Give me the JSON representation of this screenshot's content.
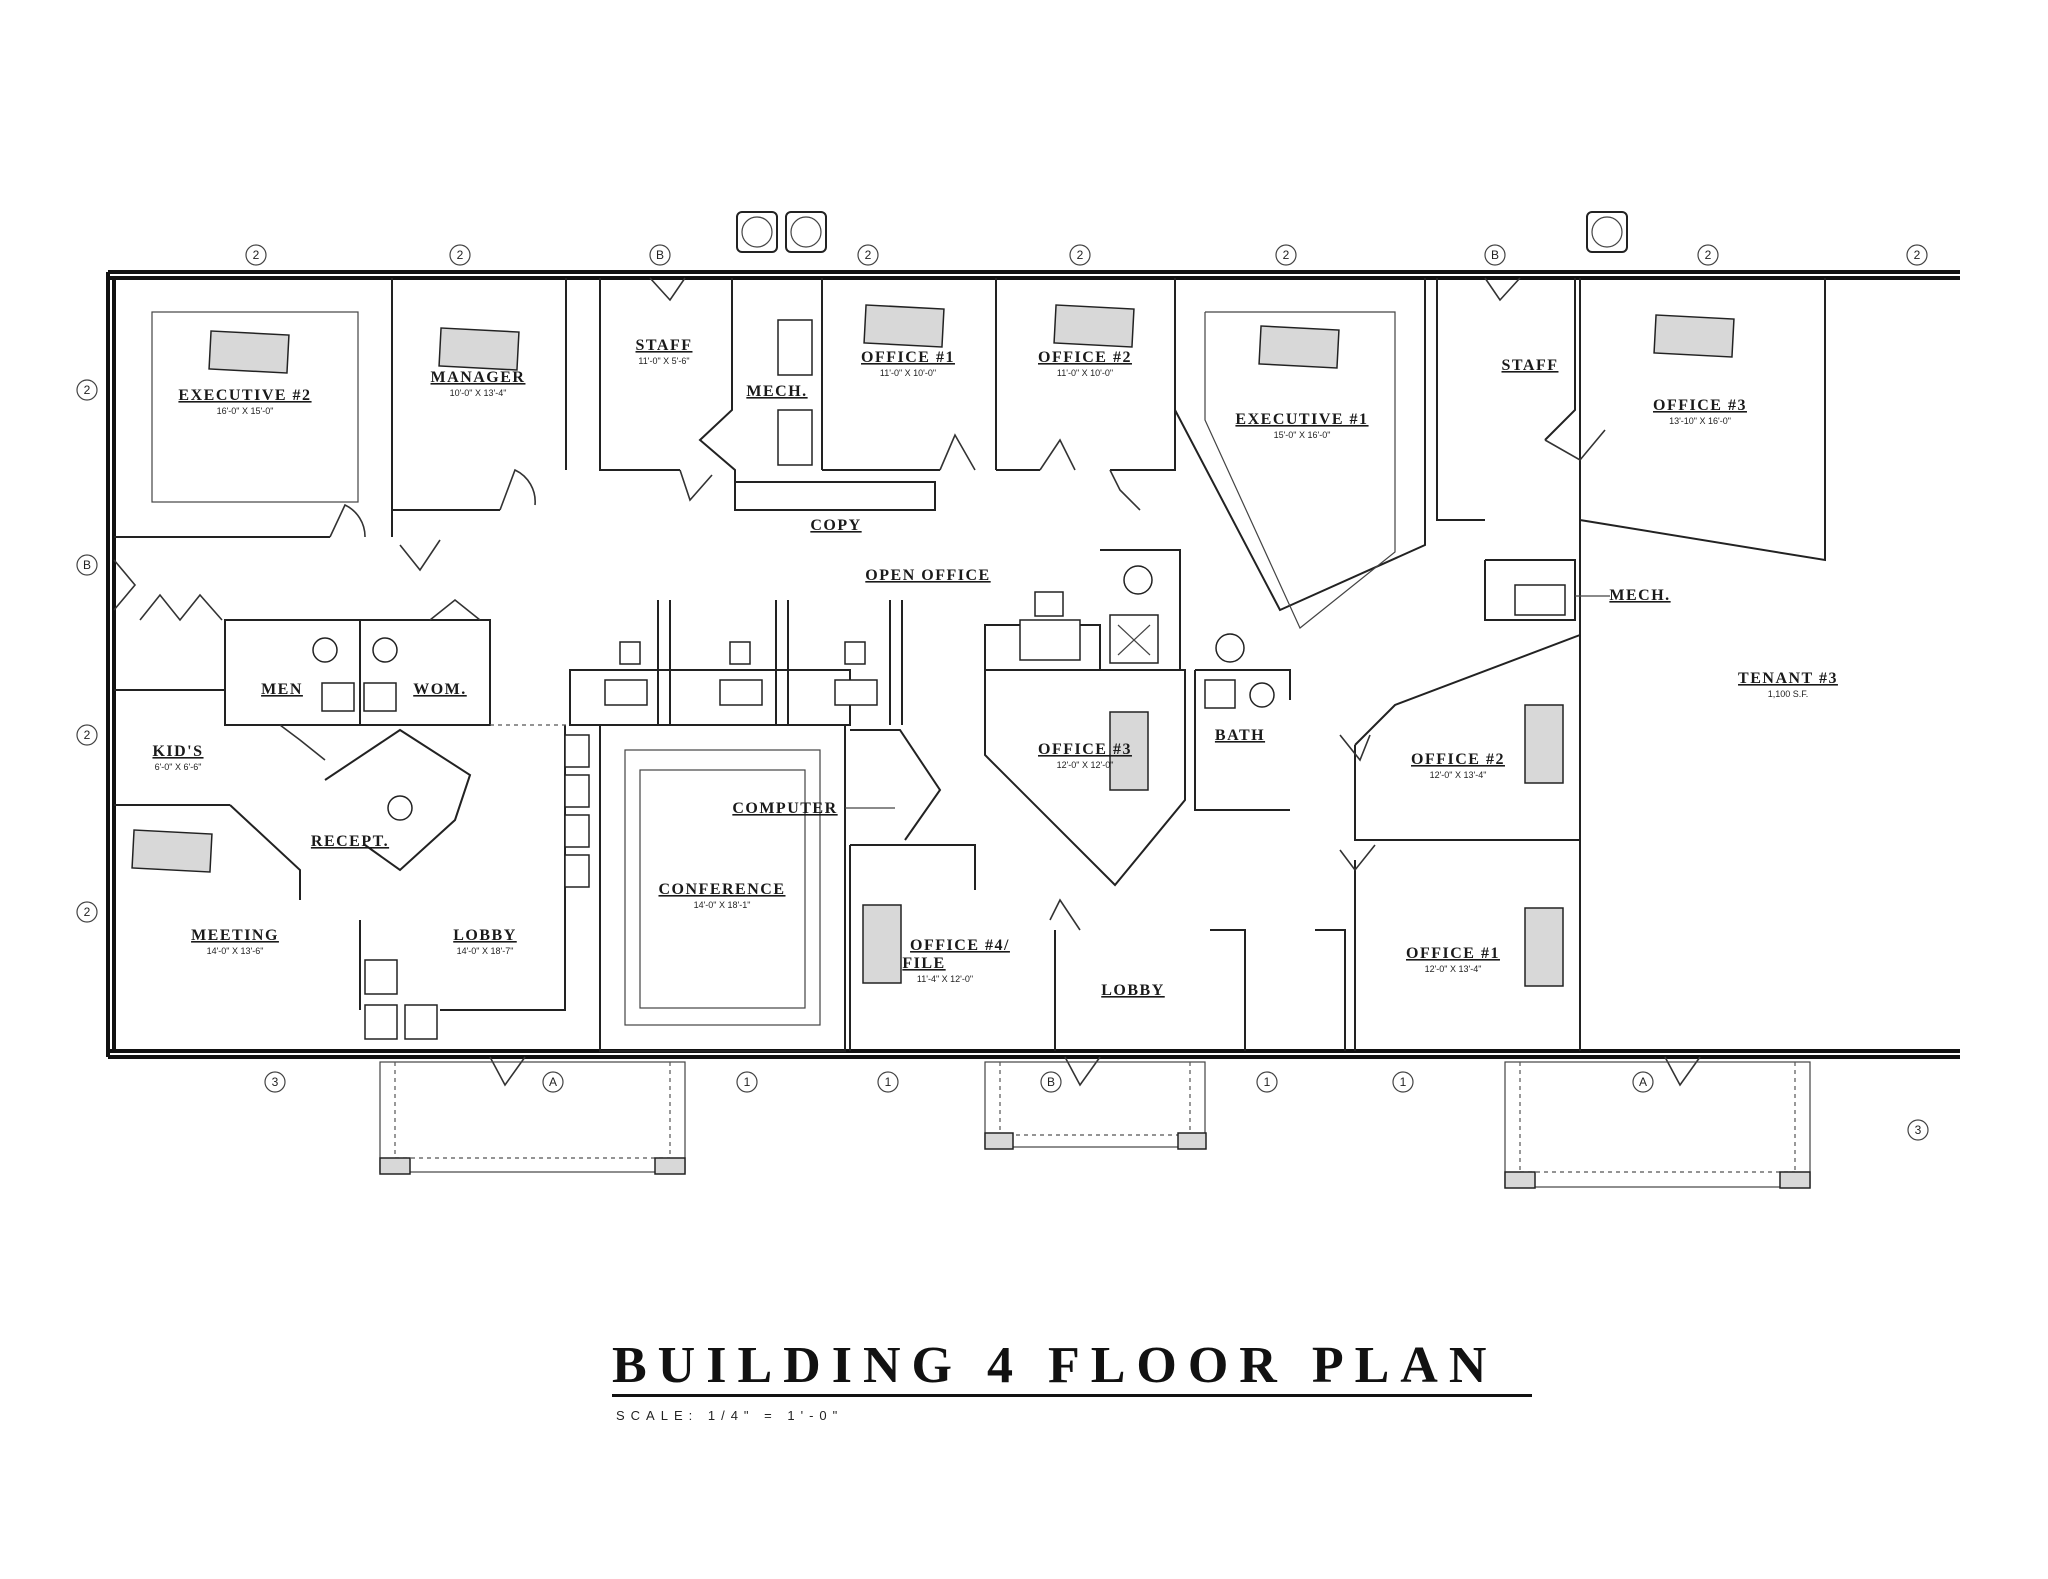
{
  "title": "BUILDING 4 FLOOR PLAN",
  "scale": "SCALE: 1/4\" = 1'-0\"",
  "rooms": {
    "executive_2": {
      "name": "EXECUTIVE #2",
      "dim": "16'-0\" X 15'-0\""
    },
    "manager": {
      "name": "MANAGER",
      "dim": "10'-0\" X 13'-4\""
    },
    "staff_1": {
      "name": "STAFF",
      "dim": "11'-0\" X 5'-6\""
    },
    "mech_1": {
      "name": "MECH."
    },
    "office_1_top": {
      "name": "OFFICE #1",
      "dim": "11'-0\" X 10'-0\""
    },
    "office_2_top": {
      "name": "OFFICE #2",
      "dim": "11'-0\" X 10'-0\""
    },
    "executive_1": {
      "name": "EXECUTIVE #1",
      "dim": "15'-0\" X 16'-0\""
    },
    "staff_2": {
      "name": "STAFF"
    },
    "office_3_top": {
      "name": "OFFICE #3",
      "dim": "13'-10\" X 16'-0\""
    },
    "copy": {
      "name": "COPY"
    },
    "open_office": {
      "name": "OPEN OFFICE"
    },
    "mech_2": {
      "name": "MECH."
    },
    "tenant_3": {
      "name": "TENANT #3",
      "dim": "1,100 S.F."
    },
    "men": {
      "name": "MEN"
    },
    "wom": {
      "name": "WOM."
    },
    "kids": {
      "name": "KID'S",
      "dim": "6'-0\" X 6'-6\""
    },
    "recept": {
      "name": "RECEPT."
    },
    "computer": {
      "name": "COMPUTER"
    },
    "office_3_mid": {
      "name": "OFFICE #3",
      "dim": "12'-0\" X 12'-0\""
    },
    "bath": {
      "name": "BATH"
    },
    "office_2_right": {
      "name": "OFFICE #2",
      "dim": "12'-0\" X 13'-4\""
    },
    "meeting": {
      "name": "MEETING",
      "dim": "14'-0\" X 13'-6\""
    },
    "lobby_1": {
      "name": "LOBBY",
      "dim": "14'-0\" X 18'-7\""
    },
    "conference": {
      "name": "CONFERENCE",
      "dim": "14'-0\" X 18'-1\""
    },
    "office_4": {
      "name": "OFFICE #4/",
      "name2": "FILE",
      "dim": "11'-4\" X 12'-0\""
    },
    "lobby_2": {
      "name": "LOBBY"
    },
    "office_1_right": {
      "name": "OFFICE #1",
      "dim": "12'-0\" X 13'-4\""
    }
  },
  "grid_markers": {
    "top": [
      "2",
      "2",
      "B",
      "2",
      "2",
      "2",
      "B",
      "2",
      "2"
    ],
    "left": [
      "2",
      "B",
      "2",
      "2"
    ],
    "bottom": [
      "3",
      "A",
      "1",
      "1",
      "B",
      "1",
      "1",
      "A",
      "3"
    ]
  }
}
